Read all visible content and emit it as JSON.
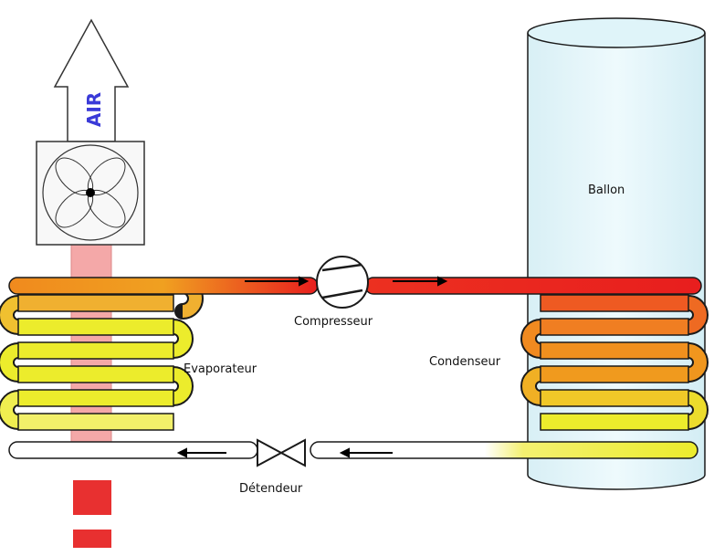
{
  "labels": {
    "air": "AIR",
    "ballon": "Ballon",
    "compresseur": "Compresseur",
    "evaporateur": "Evaporateur",
    "condenseur": "Condenseur",
    "detendeur": "Détendeur"
  },
  "colors": {
    "air_text": "#3a3ad8",
    "tank_fill": "#e4f6fa",
    "tank_stroke": "#1a1a1a",
    "hot_red": "#e81e1e",
    "warm_orange": "#f0861e",
    "cool_yellow": "#ecec2c",
    "cold_white": "#ffffff",
    "air_column": "#f4a8a8",
    "air_hot": "#e83030",
    "pipe_outline": "#1a1a1a"
  },
  "icons": {
    "fan": "fan-icon",
    "compressor": "compressor-icon",
    "valve": "expansion-valve-icon",
    "flow_arrows": "flow-arrow-icon",
    "up_arrow": "air-outlet-arrow-icon"
  }
}
